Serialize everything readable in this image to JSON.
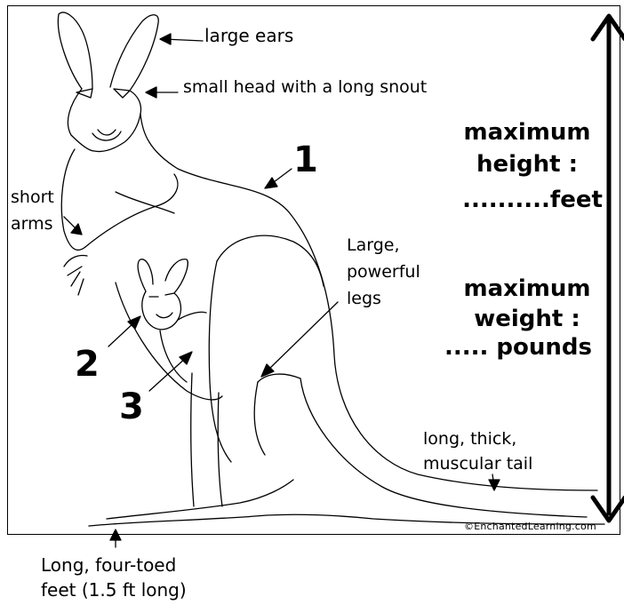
{
  "labels": {
    "large_ears": "large ears",
    "small_head": "small head with a long snout",
    "short_arms_line1": "short",
    "short_arms_line2": "arms",
    "legs_line1": "Large,",
    "legs_line2": "powerful",
    "legs_line3": "legs",
    "tail_line1": "long, thick,",
    "tail_line2": "muscular tail",
    "feet_line1": "Long, four-toed",
    "feet_line2": "feet (1.5 ft long)"
  },
  "numbers": {
    "n1": "1",
    "n2": "2",
    "n3": "3"
  },
  "stats": {
    "height_line1": "maximum",
    "height_line2": "height :",
    "height_line3": "..........feet",
    "weight_line1": "maximum",
    "weight_line2": "weight :",
    "weight_line3": "..... pounds"
  },
  "credit": "©EnchantedLearning.com"
}
